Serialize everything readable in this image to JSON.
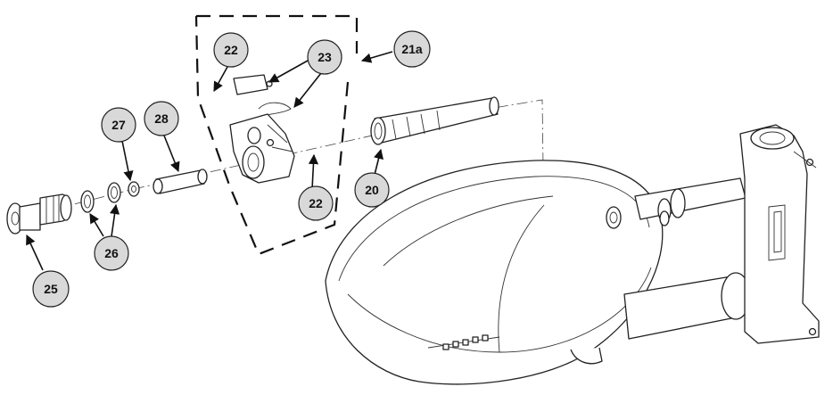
{
  "callouts": {
    "c20": "20",
    "c21a": "21a",
    "c22_top": "22",
    "c22_bottom": "22",
    "c23": "23",
    "c25": "25",
    "c26": "26",
    "c27": "27",
    "c28": "28"
  },
  "colors": {
    "callout_fill": "#d9d9d9",
    "line": "#222222",
    "background": "#ffffff"
  }
}
